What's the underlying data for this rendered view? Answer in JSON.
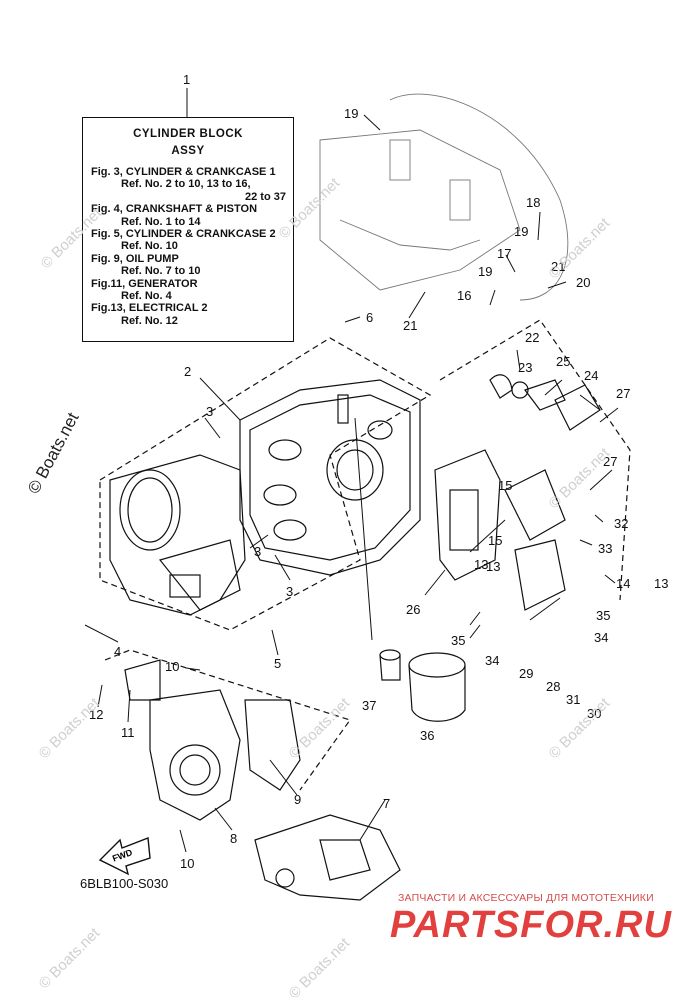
{
  "legend": {
    "callout": "1",
    "title_1": "CYLINDER  BLOCK",
    "title_2": "ASSY",
    "lines": [
      {
        "kind": "fig",
        "text": "Fig. 3, CYLINDER & CRANKCASE 1"
      },
      {
        "kind": "ref",
        "text": "Ref. No. 2 to 10, 13 to 16,"
      },
      {
        "kind": "ref2",
        "text": "22 to 37"
      },
      {
        "kind": "fig",
        "text": "Fig. 4, CRANKSHAFT & PISTON"
      },
      {
        "kind": "ref",
        "text": "Ref. No. 1 to 14"
      },
      {
        "kind": "fig",
        "text": "Fig. 5, CYLINDER & CRANKCASE 2"
      },
      {
        "kind": "ref",
        "text": "Ref. No. 10"
      },
      {
        "kind": "fig",
        "text": "Fig. 9, OIL PUMP"
      },
      {
        "kind": "ref",
        "text": "Ref. No. 7 to 10"
      },
      {
        "kind": "fig",
        "text": "Fig.11, GENERATOR"
      },
      {
        "kind": "ref",
        "text": "Ref. No. 4"
      },
      {
        "kind": "fig",
        "text": "Fig.13, ELECTRICAL 2"
      },
      {
        "kind": "ref",
        "text": "Ref. No. 12"
      }
    ]
  },
  "diagram_code": "6BLB100-S030",
  "fwd_label": "FWD",
  "watermark": "© Boats.net",
  "watermark_small": "© Boats.net",
  "brand_tagline": "ЗАПЧАСТИ И АКСЕССУАРЫ ДЛЯ МОТОТЕХНИКИ",
  "brand_name": "PARTSFOR.RU",
  "colors": {
    "line": "#111111",
    "brand": "#e2403f"
  },
  "callouts": [
    "2",
    "3",
    "3",
    "3",
    "4",
    "5",
    "6",
    "7",
    "8",
    "9",
    "10",
    "10",
    "11",
    "12",
    "13",
    "13",
    "14",
    "13",
    "15",
    "15",
    "16",
    "17",
    "18",
    "19",
    "19",
    "19",
    "20",
    "21",
    "21",
    "22",
    "23",
    "24",
    "25",
    "26",
    "27",
    "27",
    "28",
    "29",
    "30",
    "31",
    "32",
    "33",
    "34",
    "34",
    "35",
    "35",
    "36",
    "37"
  ]
}
